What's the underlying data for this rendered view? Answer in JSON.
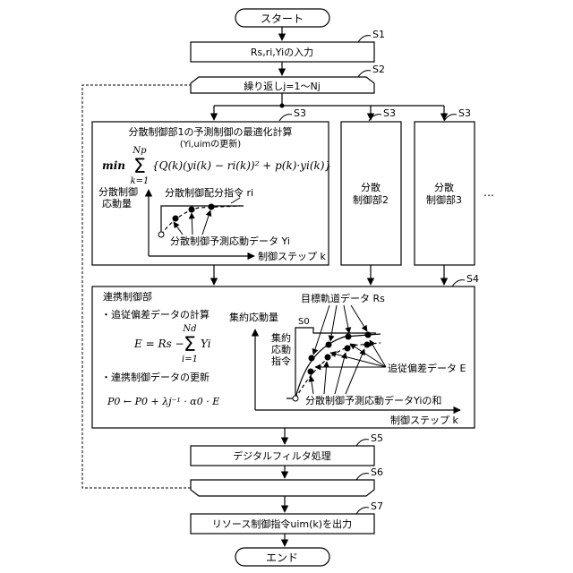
{
  "flow": {
    "start": "スタート",
    "input": "Rs,ri,Yiの入力",
    "loop_start": "繰り返しj=1〜Nj",
    "filter": "デジタルフィルタ処理",
    "output": "リソース制御指令uim(k)を出力",
    "end": "エンド"
  },
  "step_labels": {
    "s1": "S1",
    "s2": "S2",
    "s3a": "S3",
    "s3b": "S3",
    "s3c": "S3",
    "s4": "S4",
    "s5": "S5",
    "s6": "S6",
    "s7": "S7"
  },
  "dist1": {
    "title": "分散制御部1の予測制御の最適化計算",
    "subtitle": "(Yi,uimの更新)",
    "formula_min": "min",
    "formula_sum_top": "Np",
    "formula_sum_sym": "Σ",
    "formula_sum_bottom": "k=1",
    "formula_body": "{Q(k)(yi(k) − ri(k))² + p(k)·yi(k)}",
    "y_axis": [
      "分散制御",
      "応動量"
    ],
    "command_label": "分散制御配分指令 ri",
    "response_label": "分散制御予測応動データ Yi",
    "x_axis": "制御ステップ k"
  },
  "dist2": {
    "label_line1": "分散",
    "label_line2": "制御部2"
  },
  "dist3": {
    "label_line1": "分散",
    "label_line2": "制御部3"
  },
  "ellipsis": "…",
  "coop": {
    "title": "連携制御部",
    "dev_title": "・追従偏差データの計算",
    "dev_formula_lhs": "E = Rs −",
    "dev_sum_top": "Nd",
    "dev_sum_sym": "Σ",
    "dev_sum_bottom": "i=1",
    "dev_formula_term": "Yi",
    "update_title": "・連携制御データの更新",
    "update_formula": "P0 ← P0 + λj⁻¹ · α0 · E",
    "target_label": "目標軌道データ Rs",
    "y_axis": "集約応動量",
    "s0": "S0",
    "agg_cmd": [
      "集約",
      "応動",
      "指令"
    ],
    "dev_label": "追従偏差データ E",
    "sum_label": "分散制御予測応動データYiの和",
    "x_axis": "制御ステップ k"
  }
}
